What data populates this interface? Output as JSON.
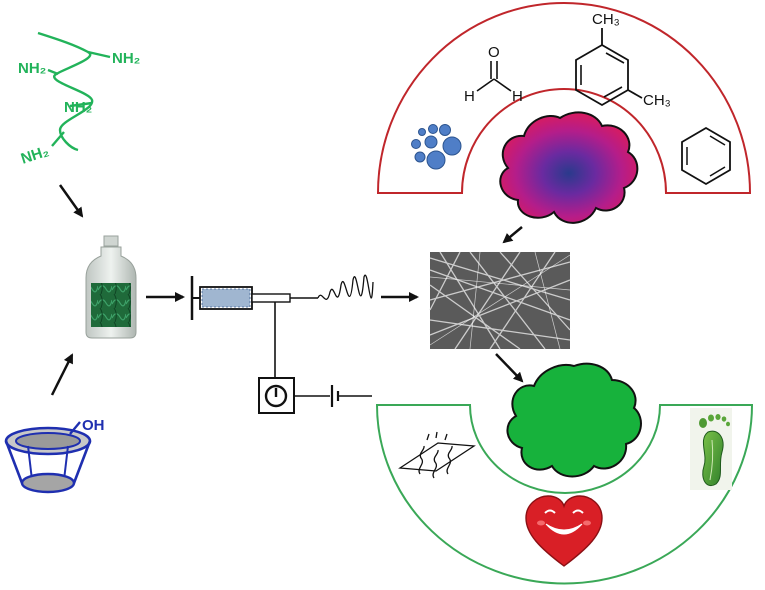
{
  "colors": {
    "polymer_green": "#22b35a",
    "cd_blue": "#1f2fb0",
    "pollutant_arc": "#c0262b",
    "clean_arc": "#3aa857",
    "clean_blob": "#17b23c",
    "heart": "#d91f26",
    "droplet_blue": "#4f7ec7"
  },
  "polymer": {
    "groups": [
      "NH₂",
      "NH₂",
      "NH₂",
      "NH₂"
    ]
  },
  "cyclodextrin": {
    "group": "OH"
  },
  "pollutants": {
    "formaldehyde": {
      "o": "O",
      "h1": "H",
      "h2": "H"
    },
    "xylene": {
      "ch3_top": "CH₃",
      "ch3_right": "CH₃"
    }
  },
  "icons": {
    "bottle": "solution-bottle-icon",
    "syringe": "syringe-icon",
    "power": "power-supply-icon",
    "battery": "battery-icon",
    "nanofiber": "nanofiber-sem-icon",
    "droplets": "droplets-icon",
    "benzene": "benzene-ring-icon",
    "filter": "air-filter-icon",
    "footprint": "green-footprint-icon",
    "heart": "smiling-heart-icon"
  }
}
